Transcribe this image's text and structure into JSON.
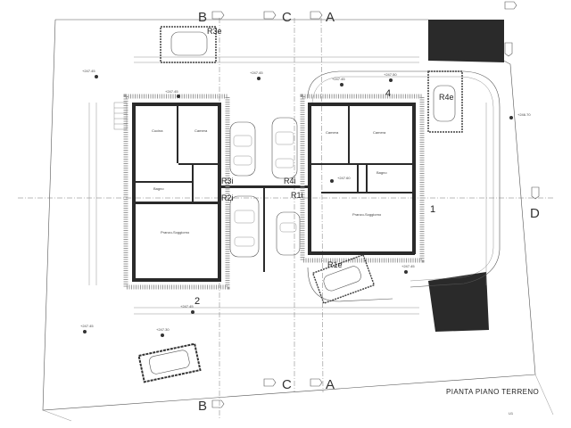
{
  "title": "PIANTA PIANO TERRENO",
  "sections": {
    "a": "A",
    "b": "B",
    "c": "C",
    "d": "D"
  },
  "units": {
    "r1i": "R1i",
    "r2i": "R2i",
    "r3i": "R3i",
    "r4i": "R4i",
    "r1e": "R1e",
    "r4e": "R4e",
    "r3e": "R3e"
  },
  "entrances": [
    "1",
    "2",
    "4"
  ],
  "elevations": {
    "e_top1": "+247.45",
    "e_top2": "+247.45",
    "e_top3": "+247.45",
    "e_top4": "+247.50",
    "e_left": "+247.45",
    "e_right": "+246.70",
    "e_mid": "+247.60",
    "e_bot1": "+247.45",
    "e_bot2": "+247.45",
    "e_bot3": "+247.30",
    "e_bot4": "+247.45"
  },
  "corner": "U1",
  "colors": {
    "wall": "#2a2a2a",
    "ink": "#333333"
  }
}
